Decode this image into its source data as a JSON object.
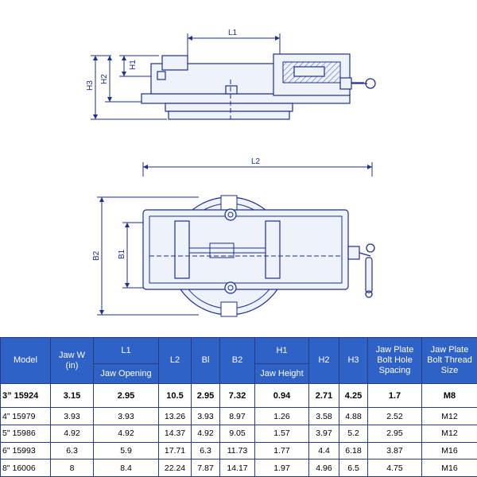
{
  "diagram": {
    "labels": {
      "L1": "L1",
      "H1": "H1",
      "H2": "H2",
      "H3": "H3",
      "L2": "L2",
      "B1": "B1",
      "B2": "B2"
    },
    "colors": {
      "line": "#1f2f8f",
      "fill": "#eef2fb",
      "header": "#2f62c6"
    }
  },
  "table": {
    "headers": {
      "model": "Model",
      "jaw_w": "Jaw W\n(in)",
      "l1": "L1",
      "l1_sub": "Jaw Opening",
      "l2": "L2",
      "bl": "Bl",
      "b2": "B2",
      "h1": "H1",
      "h1_sub": "Jaw Height",
      "h2": "H2",
      "h3": "H3",
      "bolt_spacing": "Jaw Plate Bolt Hole Spacing",
      "bolt_thread": "Jaw Plate Bolt Thread Size"
    },
    "rows": [
      {
        "model": "3” 15924",
        "jaw_w": "3.15",
        "l1": "2.95",
        "l2": "10.5",
        "bl": "2.95",
        "b2": "7.32",
        "h1": "0.94",
        "h2": "2.71",
        "h3": "4.25",
        "spacing": "1.7",
        "thread": "M8"
      },
      {
        "model": "4” 15979",
        "jaw_w": "3.93",
        "l1": "3.93",
        "l2": "13.26",
        "bl": "3.93",
        "b2": "8.97",
        "h1": "1.26",
        "h2": "3.58",
        "h3": "4.88",
        "spacing": "2.52",
        "thread": "M12"
      },
      {
        "model": "5\" 15986",
        "jaw_w": "4.92",
        "l1": "4.92",
        "l2": "14.37",
        "bl": "4.92",
        "b2": "9.05",
        "h1": "1.57",
        "h2": "3.97",
        "h3": "5.2",
        "spacing": "2.95",
        "thread": "M12"
      },
      {
        "model": "6\" 15993",
        "jaw_w": "6.3",
        "l1": "5.9",
        "l2": "17.71",
        "bl": "6.3",
        "b2": "11.73",
        "h1": "1.77",
        "h2": "4.4",
        "h3": "6.18",
        "spacing": "3.87",
        "thread": "M16"
      },
      {
        "model": "8\" 16006",
        "jaw_w": "8",
        "l1": "8.4",
        "l2": "22.24",
        "bl": "7.87",
        "b2": "14.17",
        "h1": "1.97",
        "h2": "4.96",
        "h3": "6.5",
        "spacing": "4.75",
        "thread": "M16"
      }
    ]
  }
}
